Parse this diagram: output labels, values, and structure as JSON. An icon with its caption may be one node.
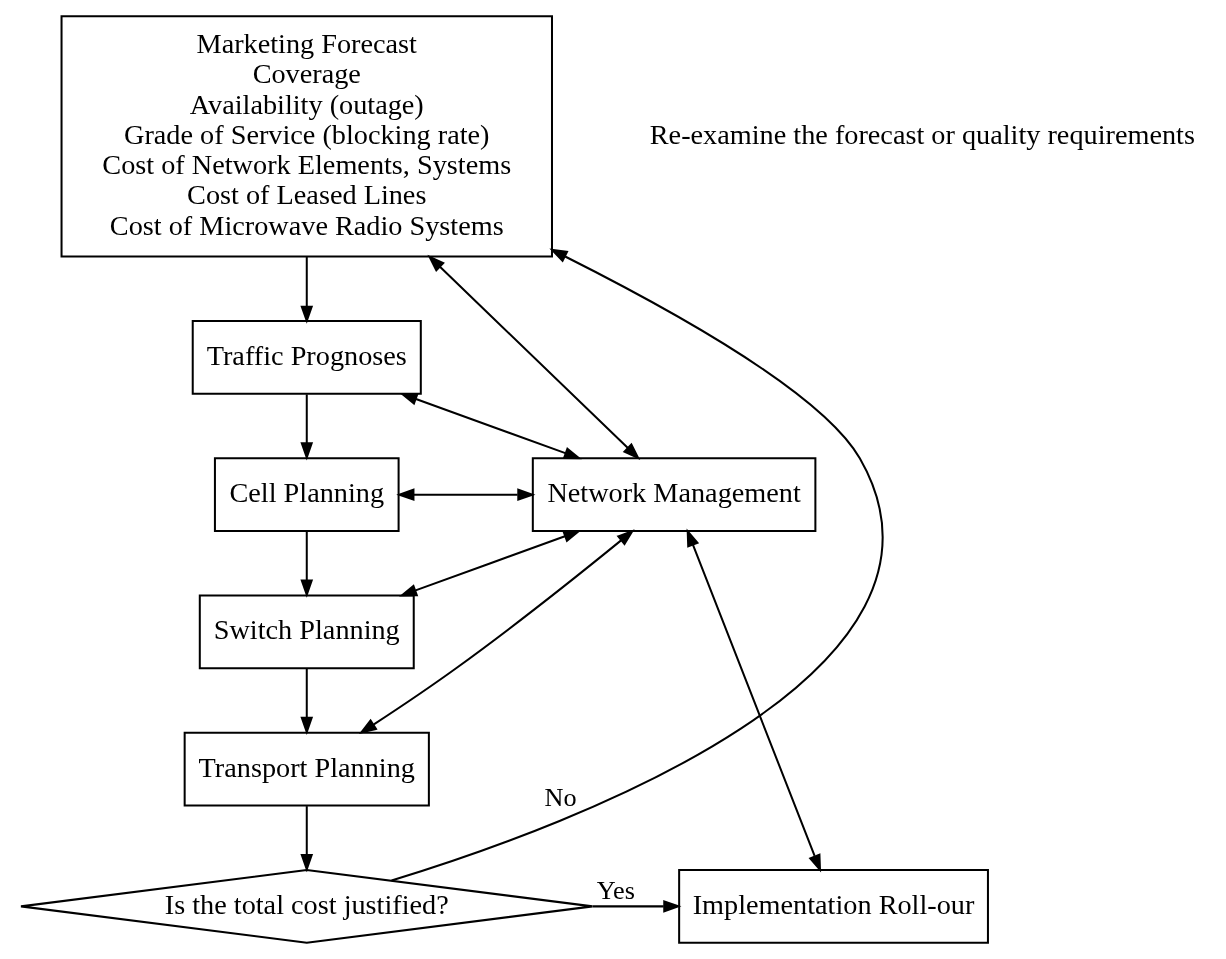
{
  "diagram": {
    "nodes": [
      {
        "text": [
          "Marketing Forecast",
          "Coverage",
          "Availability (outage)",
          "Grade of Service (blocking rate)",
          "Cost of Network Elements, Systems",
          "Cost of Leased Lines",
          "Cost of Microwave Radio Systems"
        ]
      },
      {
        "text": [
          "Traffic Prognoses"
        ]
      },
      {
        "text": [
          "Cell Planning"
        ]
      },
      {
        "text": [
          "Switch Planning"
        ]
      },
      {
        "text": [
          "Transport Planning"
        ]
      },
      {
        "text": [
          "Is the total cost justified?"
        ]
      },
      {
        "text": [
          "Network Management"
        ]
      },
      {
        "text": [
          "Implementation Roll-our"
        ]
      }
    ],
    "edges": [
      {
        "from": 0,
        "to": 1,
        "arrow": "to"
      },
      {
        "from": 1,
        "to": 2,
        "arrow": "to"
      },
      {
        "from": 2,
        "to": 3,
        "arrow": "to"
      },
      {
        "from": 3,
        "to": 4,
        "arrow": "to"
      },
      {
        "from": 4,
        "to": 5,
        "arrow": "to"
      },
      {
        "from": 5,
        "to": 7,
        "arrow": "to",
        "label": "Yes"
      },
      {
        "from": 5,
        "to": 0,
        "arrow": "to",
        "label": "No"
      },
      {
        "from": 6,
        "to": 0,
        "arrow": "both"
      },
      {
        "from": 6,
        "to": 1,
        "arrow": "both"
      },
      {
        "from": 6,
        "to": 2,
        "arrow": "both"
      },
      {
        "from": 6,
        "to": 3,
        "arrow": "both"
      },
      {
        "from": 6,
        "to": 4,
        "arrow": "both"
      },
      {
        "from": 6,
        "to": 7,
        "arrow": "both"
      }
    ],
    "labels": [
      "Re-examine the forecast or quality requirements"
    ]
  }
}
